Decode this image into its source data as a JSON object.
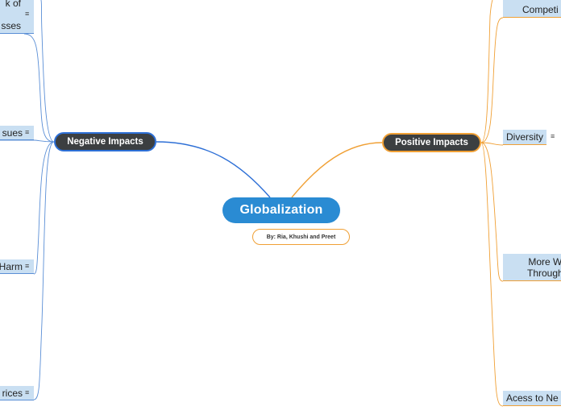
{
  "central_topic": {
    "label": "Globalization"
  },
  "credit": {
    "label": "By: Ria, Khushi and Preet"
  },
  "negative_branch": {
    "label": "Negative Impacts",
    "children": [
      {
        "label": "k of\n\nsses",
        "has_note": true
      },
      {
        "label": "sues",
        "has_note": true
      },
      {
        "label": "Harm",
        "has_note": true
      },
      {
        "label": "rices",
        "has_note": true
      }
    ]
  },
  "positive_branch": {
    "label": "Positive Impacts",
    "children": [
      {
        "label": "Competi",
        "has_note": false
      },
      {
        "label": "Diversity",
        "has_note": true
      },
      {
        "label": "More W\nThrough",
        "has_note": false
      },
      {
        "label": "Acess to Ne",
        "has_note": false
      }
    ]
  },
  "colors": {
    "central": "#2a8bd3",
    "main_topic_fill": "#3c3f41",
    "negative_accent": "#2d6fd6",
    "positive_accent": "#f0a035",
    "subtopic_fill": "#c9dff2"
  },
  "icons": {
    "note": "note-icon"
  }
}
